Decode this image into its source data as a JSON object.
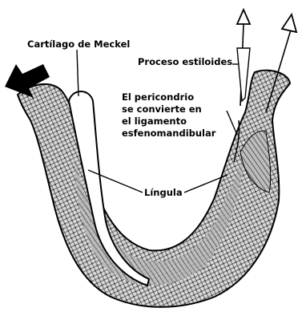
{
  "labels": {
    "meckel": "Cartílago de Meckel",
    "estiloides": "Proceso estiloides",
    "pericondrio_1": "El pericondrio",
    "pericondrio_2": "se convierte en",
    "pericondrio_3": "el ligamento",
    "pericondrio_4": "esfenomandibular",
    "lingula": "Língula"
  },
  "colors": {
    "ink": "#000000",
    "bone_fill": "#cfcfcf",
    "background": "#ffffff"
  }
}
